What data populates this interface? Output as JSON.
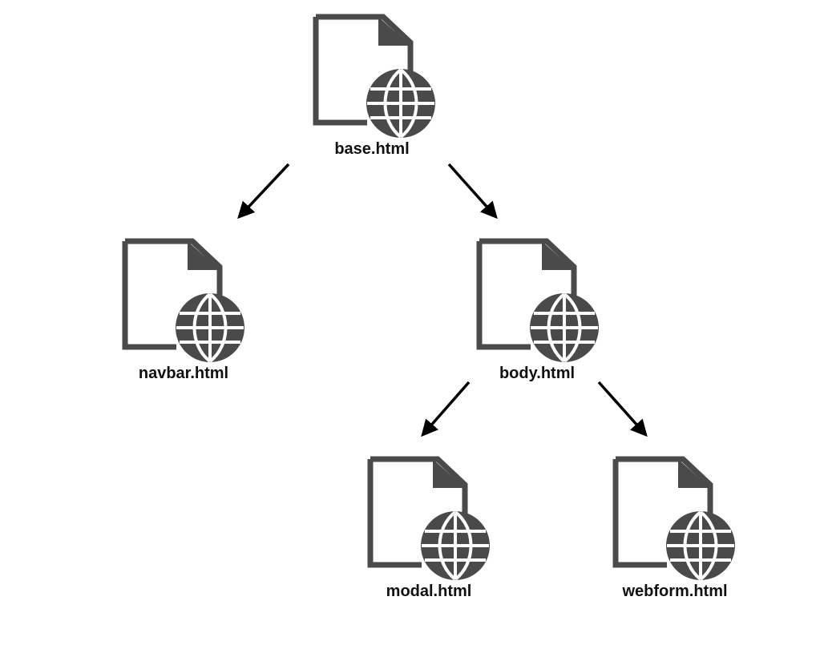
{
  "colors": {
    "icon": "#4a4a4a",
    "arrow": "#000000",
    "label": "#111111",
    "background": "#ffffff"
  },
  "nodes": {
    "base": {
      "label": "base.html",
      "icon": "web-file-icon"
    },
    "navbar": {
      "label": "navbar.html",
      "icon": "web-file-icon"
    },
    "body": {
      "label": "body.html",
      "icon": "web-file-icon"
    },
    "modal": {
      "label": "modal.html",
      "icon": "web-file-icon"
    },
    "webform": {
      "label": "webform.html",
      "icon": "web-file-icon"
    }
  },
  "edges": [
    {
      "from": "base",
      "to": "navbar"
    },
    {
      "from": "base",
      "to": "body"
    },
    {
      "from": "body",
      "to": "modal"
    },
    {
      "from": "body",
      "to": "webform"
    }
  ]
}
